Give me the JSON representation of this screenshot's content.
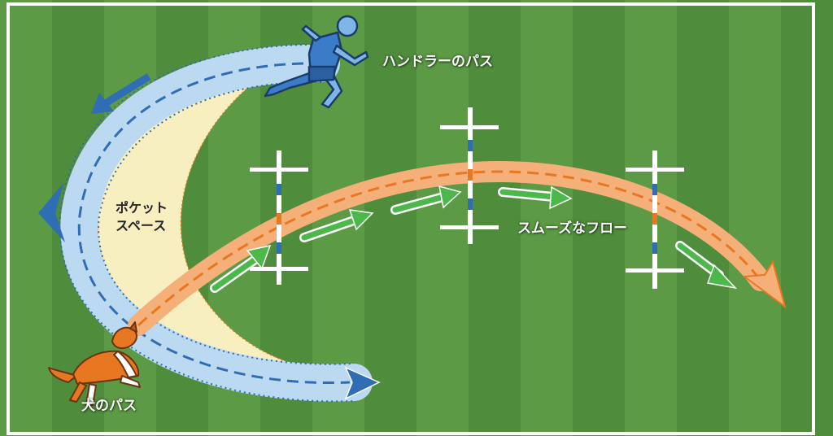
{
  "labels": {
    "handler_path": "ハンドラーのパス",
    "pocket_space_line1": "ポケット",
    "pocket_space_line2": "スペース",
    "smooth_flow": "スムーズなフロー",
    "dog_path": "犬のパス"
  },
  "icons": {
    "handler": "running-person-icon",
    "dog": "running-dog-icon"
  },
  "colors": {
    "grass_light": "#5c9a45",
    "grass_dark": "#4d8a3a",
    "handler_path": "#bcd9f2",
    "handler_dash": "#2f6db5",
    "pocket_fill": "#f7efbf",
    "dog_path": "#f5b07a",
    "dog_dash": "#e87722",
    "flow_arrow": "#4cb84c",
    "pole_stripe_blue": "#2f6db5",
    "pole_stripe_orange": "#e87722"
  }
}
